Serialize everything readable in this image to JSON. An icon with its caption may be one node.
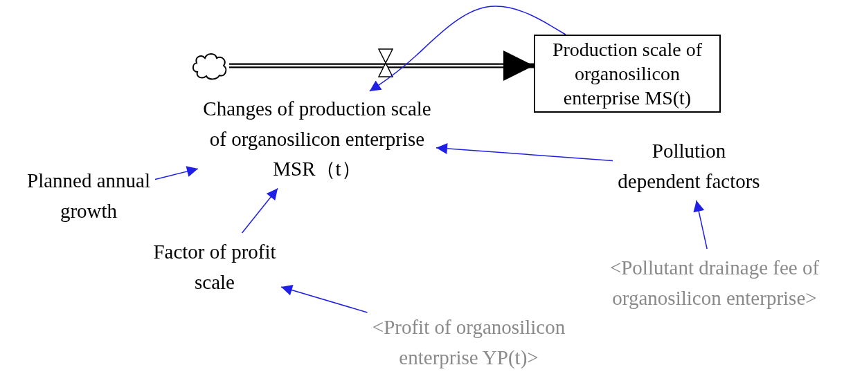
{
  "diagram": {
    "nodes": [
      {
        "text": [],
        "shape": "cloud"
      },
      {
        "text": [
          "Production scale of organosilicon enterprise MS(t)"
        ]
      },
      {
        "text": [
          "Changes of production scale of organosilicon enterprise MSR（t）"
        ]
      },
      {
        "text": [
          "Planned annual growth"
        ]
      },
      {
        "text": [
          "Factor of profit scale"
        ]
      },
      {
        "text": [
          "Pollution dependent factors"
        ]
      },
      {
        "text": [
          "<Profit of organosilicon enterprise YP(t)>"
        ]
      },
      {
        "text": [
          "<Pollutant drainage fee of organosilicon enterprise>"
        ]
      }
    ],
    "edges": [
      {
        "from": 0,
        "to": 1,
        "arrow": "to",
        "style": "thick",
        "color": "#000000"
      },
      {
        "from": 1,
        "to": 2,
        "arrow": "to"
      },
      {
        "from": 3,
        "to": 2,
        "arrow": "to"
      },
      {
        "from": 4,
        "to": 2,
        "arrow": "to"
      },
      {
        "from": 5,
        "to": 2,
        "arrow": "to"
      },
      {
        "from": 6,
        "to": 4,
        "arrow": "to"
      },
      {
        "from": 7,
        "to": 5,
        "arrow": "to"
      }
    ]
  }
}
